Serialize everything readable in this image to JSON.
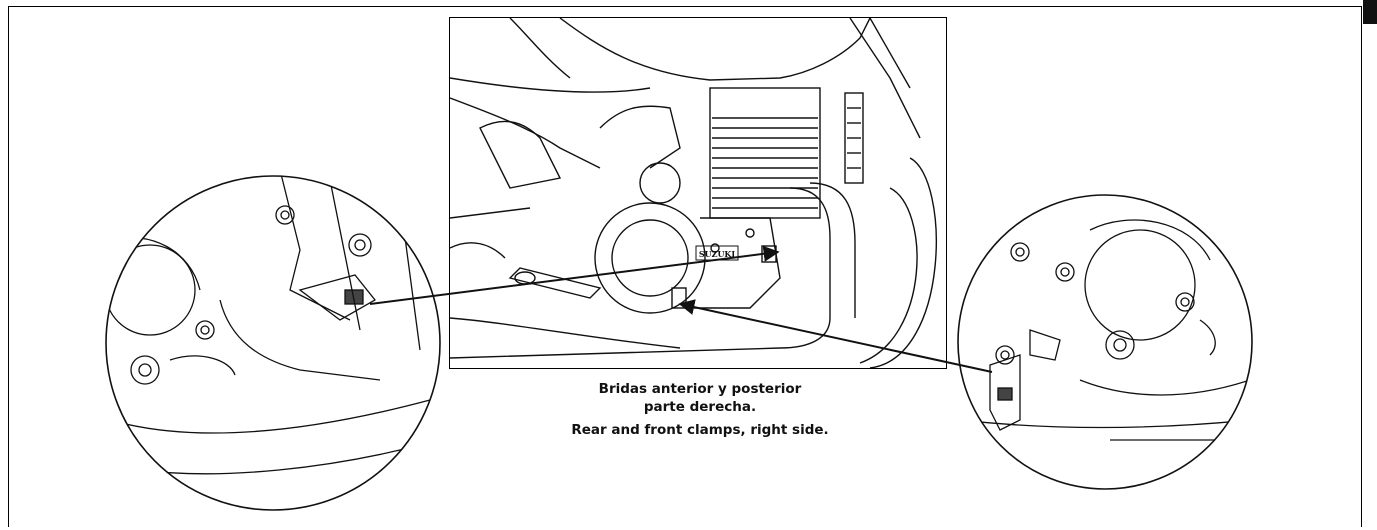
{
  "caption": {
    "es_line1": "Bridas anterior y posterior",
    "es_line2": "parte derecha.",
    "en_line": "Rear and front clamps, right side."
  },
  "engine_brand_text": "SUZUKI",
  "colors": {
    "ink": "#111111",
    "paper": "#ffffff",
    "tab": "#111111"
  },
  "icons": {
    "corner_tab": "page-corner-tab"
  }
}
